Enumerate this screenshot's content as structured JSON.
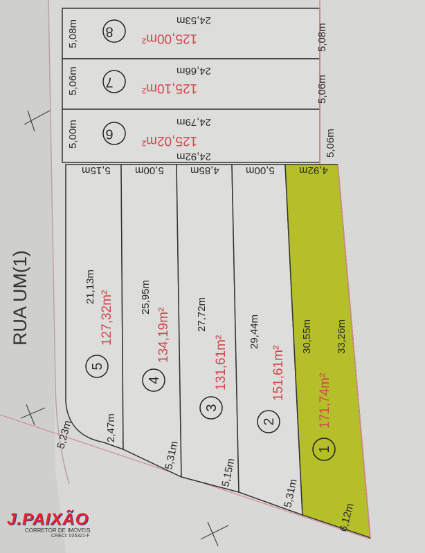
{
  "street": "RUA UM(1)",
  "upper_lots": [
    {
      "number": "8",
      "area": "125,00m²",
      "depth_a": "24,53m",
      "front_left": "5,08m",
      "front_right": "5,08m"
    },
    {
      "number": "7",
      "area": "125,10m²",
      "depth_a": "24,66m",
      "front_left": "5,06m",
      "front_right": "5,06m"
    },
    {
      "number": "6",
      "area": "125,02m²",
      "depth_a": "24,79m",
      "depth_b": "24,92m",
      "front_left": "5,00m",
      "front_right": "5,06m"
    }
  ],
  "lower_lots": [
    {
      "number": "5",
      "area": "127,32m²",
      "depth": "21,13m",
      "top": "5,15m",
      "bottom": "2,47m",
      "corner": "5,23m"
    },
    {
      "number": "4",
      "area": "134,19m²",
      "depth": "25,95m",
      "top": "5,00m",
      "bottom": "5,31m"
    },
    {
      "number": "3",
      "area": "131,61m²",
      "depth": "27,72m",
      "top": "4,85m",
      "bottom": "5,15m"
    },
    {
      "number": "2",
      "area": "151,61m²",
      "depth": "29,44m",
      "top": "5,00m",
      "bottom": "5,31m"
    },
    {
      "number": "1",
      "area": "171,74m²",
      "depth": "30,55m",
      "depth_b": "33,26m",
      "top": "4,92m",
      "bottom": "6,12m",
      "highlight": "#b5bf2a"
    }
  ],
  "logo": {
    "name": "J.PAIXÃO",
    "subtitle": "CORRETOR DE IMÓVEIS",
    "creci": "CRECI: 035321-F"
  }
}
